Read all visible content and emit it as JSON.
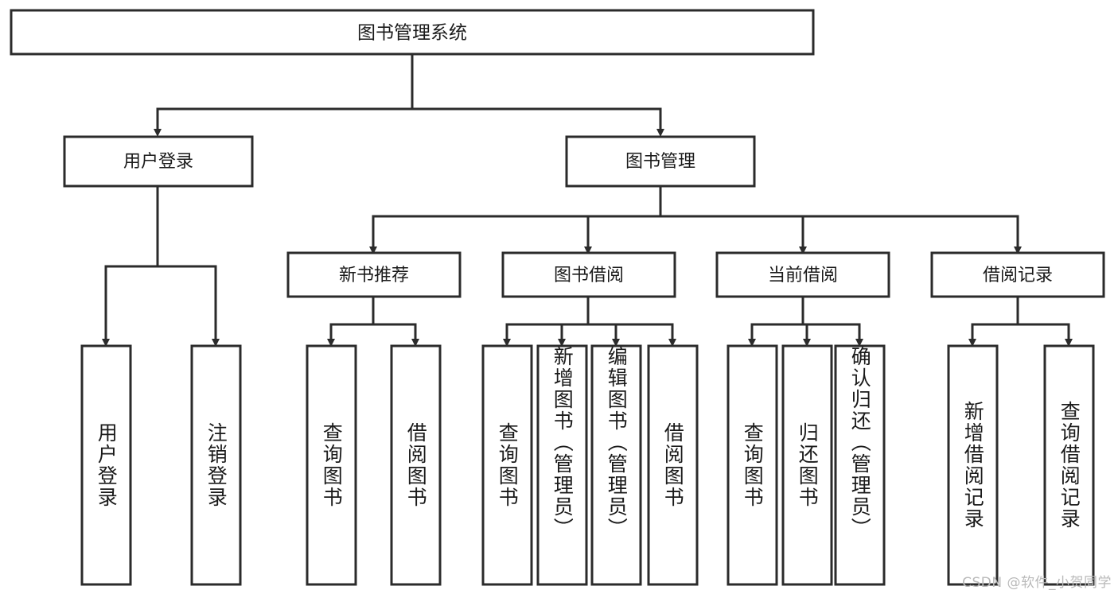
{
  "diagram": {
    "type": "hierarchy-tree",
    "orientation": "top-down",
    "watermark": "CSDN @软件_小贺同学",
    "root": {
      "label": "图书管理系统"
    },
    "level2": [
      {
        "label": "用户登录"
      },
      {
        "label": "图书管理"
      }
    ],
    "level3": [
      {
        "label": "新书推荐"
      },
      {
        "label": "图书借阅"
      },
      {
        "label": "当前借阅"
      },
      {
        "label": "借阅记录"
      }
    ],
    "leaves": {
      "user_login": [
        {
          "label": "用户登录"
        },
        {
          "label": "注销登录"
        }
      ],
      "new_book_recommend": [
        {
          "label": "查询图书"
        },
        {
          "label": "借阅图书"
        }
      ],
      "book_borrow": [
        {
          "label": "查询图书"
        },
        {
          "label": "新增图书（管理员）"
        },
        {
          "label": "编辑图书（管理员）"
        },
        {
          "label": "借阅图书"
        }
      ],
      "current_borrow": [
        {
          "label": "查询图书"
        },
        {
          "label": "归还图书"
        },
        {
          "label": "确认归还（管理员）"
        }
      ],
      "borrow_record": [
        {
          "label": "新增借阅记录"
        },
        {
          "label": "查询借阅记录"
        }
      ]
    },
    "colors": {
      "stroke": "#2b2b2b",
      "fill": "#ffffff",
      "text": "#1a1a1a",
      "watermark": "#b9b9b9"
    }
  }
}
